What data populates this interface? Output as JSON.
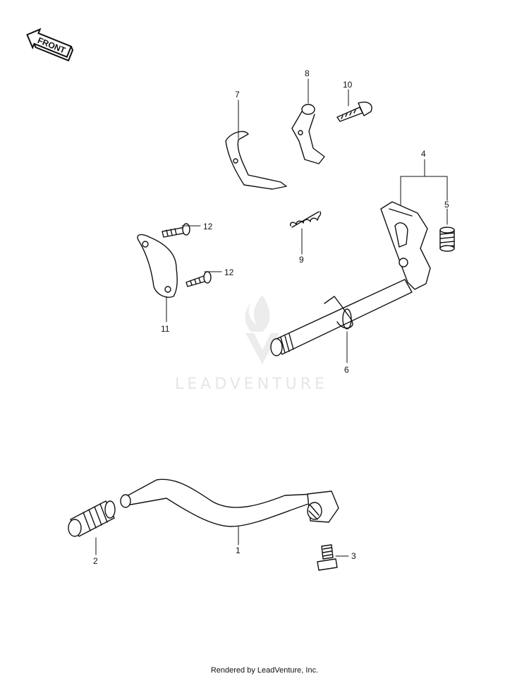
{
  "orientation_badge": {
    "label": "FRONT",
    "icon": "front-arrow-icon"
  },
  "watermark": {
    "text": "LEADVENTURE",
    "icon": "flame-v-logo"
  },
  "callouts": [
    {
      "id": "1",
      "label": "1"
    },
    {
      "id": "2",
      "label": "2"
    },
    {
      "id": "3",
      "label": "3"
    },
    {
      "id": "4",
      "label": "4"
    },
    {
      "id": "5",
      "label": "5"
    },
    {
      "id": "6",
      "label": "6"
    },
    {
      "id": "7",
      "label": "7"
    },
    {
      "id": "8",
      "label": "8"
    },
    {
      "id": "9",
      "label": "9"
    },
    {
      "id": "10",
      "label": "10"
    },
    {
      "id": "11",
      "label": "11"
    },
    {
      "id": "12a",
      "label": "12"
    },
    {
      "id": "12b",
      "label": "12"
    }
  ],
  "footer": {
    "text": "Rendered by LeadVenture, Inc."
  },
  "colors": {
    "line": "#111111",
    "watermark": "#e6e6e6",
    "background": "#ffffff"
  }
}
